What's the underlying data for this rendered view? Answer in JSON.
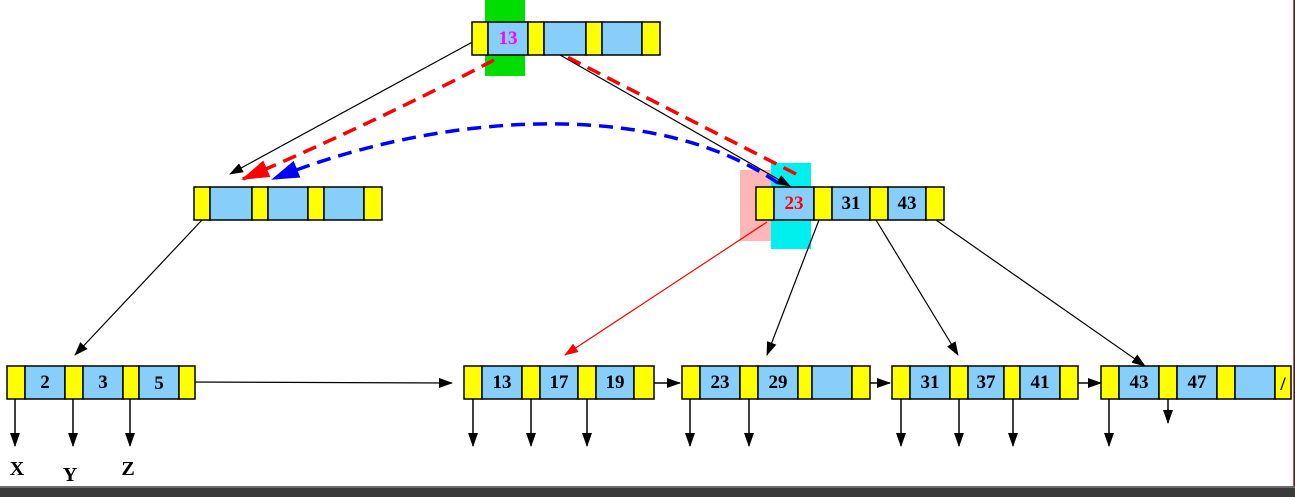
{
  "colors": {
    "pointer_cell": "#ffff00",
    "key_cell": "#87cefa",
    "outline": "#000000",
    "root_highlight": "#00dd00",
    "separator_old_highlight": "#ffb6b6",
    "separator_new_highlight": "#00f0f0",
    "red_key": "#ff0000",
    "magenta_key": "#ff00ff",
    "red_arrow": "#ff0000",
    "blue_arrow": "#0000ff"
  },
  "root": {
    "keys": [
      "13",
      "",
      ""
    ]
  },
  "left_internal": {
    "keys": [
      "",
      "",
      ""
    ]
  },
  "right_internal": {
    "keys": [
      "23",
      "31",
      "43"
    ]
  },
  "leaves": [
    {
      "keys": [
        "2",
        "3",
        "5"
      ]
    },
    {
      "keys": [
        "13",
        "17",
        "19"
      ]
    },
    {
      "keys": [
        "23",
        "29",
        ""
      ]
    },
    {
      "keys": [
        "31",
        "37",
        "41"
      ]
    },
    {
      "keys": [
        "43",
        "47",
        ""
      ],
      "end_marker": "/"
    }
  ],
  "subtree_labels": [
    "X",
    "Y",
    "Z"
  ]
}
